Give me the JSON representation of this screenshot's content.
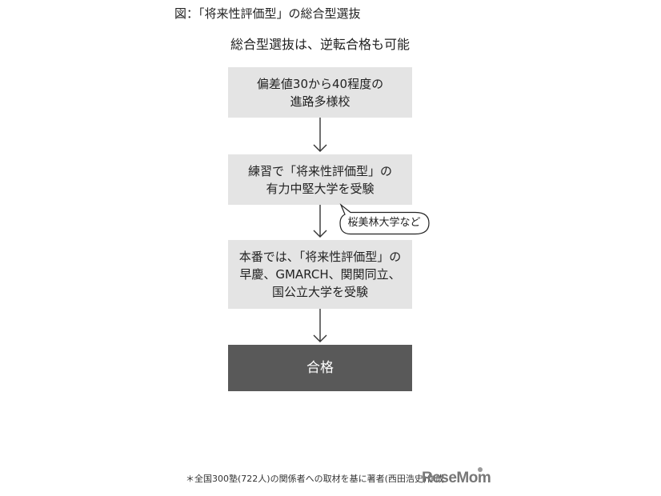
{
  "figure": {
    "label": "図：「将来性評価型」の総合型選抜",
    "subtitle": "総合型選抜は、逆転合格も可能"
  },
  "flow": {
    "steps": [
      {
        "text": "偏差値30から40程度の\n進路多様校"
      },
      {
        "text": "練習で「将来性評価型」の\n有力中堅大学を受験"
      },
      {
        "text": "本番では、「将来性評価型」の\n早慶、GMARCH、関関同立、\n国公立大学を受験"
      },
      {
        "text": "合格"
      }
    ],
    "callout": "桜美林大学など"
  },
  "footnote": "＊全国300塾(722人)の関係者への取材を基に著者(西田浩史)作成",
  "logo": "ReseMom",
  "colors": {
    "box_fill": "#e4e4e4",
    "final_box_fill": "#595959",
    "arrow": "#333333"
  }
}
